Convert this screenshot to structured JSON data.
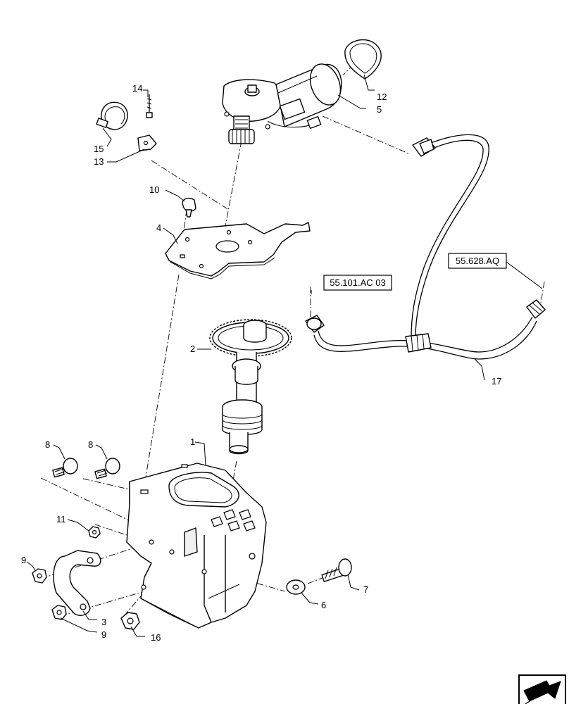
{
  "callouts": {
    "c1": "1",
    "c2": "2",
    "c3": "3",
    "c4": "4",
    "c5": "5",
    "c6": "6",
    "c7": "7",
    "c8a": "8",
    "c8b": "8",
    "c9a": "9",
    "c9b": "9",
    "c10": "10",
    "c11": "11",
    "c12": "12",
    "c13": "13",
    "c14": "14",
    "c15": "15",
    "c16": "16",
    "c17": "17"
  },
  "references": {
    "ref_left": "55.101.AC 03",
    "ref_right": "55.628.AQ"
  },
  "nav": {
    "icon": "next-page-arrow-icon"
  }
}
